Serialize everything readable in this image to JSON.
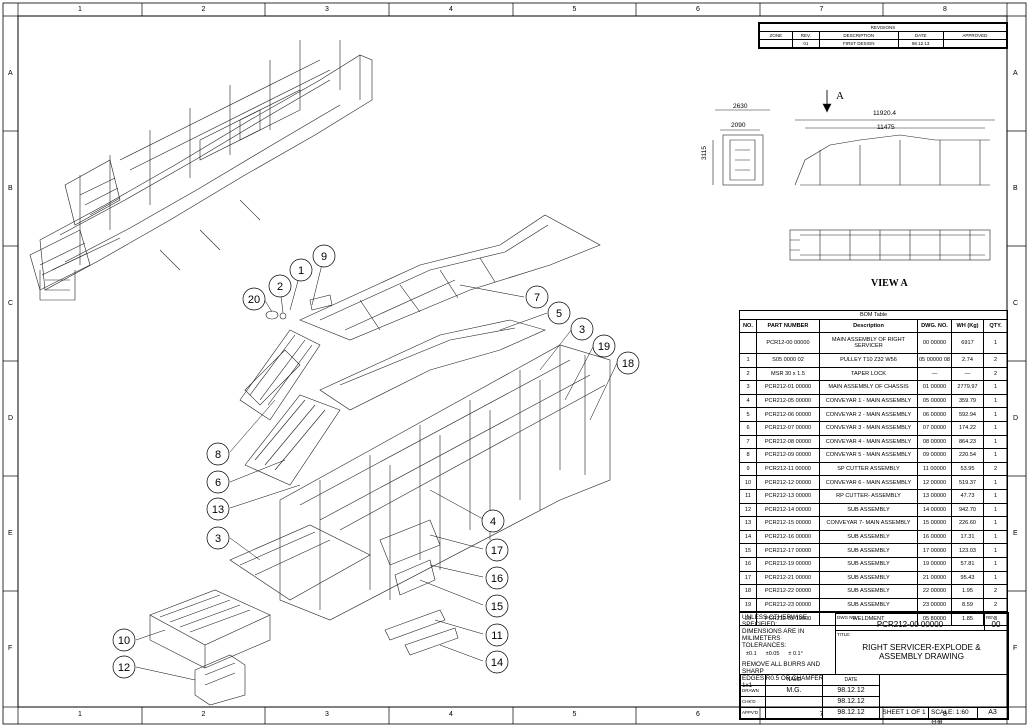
{
  "zones": {
    "columns": [
      "1",
      "2",
      "3",
      "4",
      "5",
      "6",
      "7",
      "8"
    ],
    "rows": [
      "A",
      "B",
      "C",
      "D",
      "E",
      "F"
    ]
  },
  "revisions": {
    "title": "REVISIONS",
    "headers": [
      "ZONE",
      "REV.",
      "DESCRIPTION",
      "DATE",
      "APPROVED"
    ],
    "rows": [
      [
        "",
        "01",
        "FIRST DESIGN",
        "98.12.13",
        ""
      ]
    ]
  },
  "views": {
    "view_a_label": "VIEW A",
    "arrow_label": "A",
    "dims": {
      "d2630": "2630",
      "d2090": "2090",
      "d3115": "3115",
      "d11920": "11920.4",
      "d11475": "11475"
    }
  },
  "callouts": [
    "9",
    "1",
    "2",
    "20",
    "7",
    "5",
    "3",
    "19",
    "18",
    "8",
    "6",
    "13",
    "4",
    "3",
    "17",
    "16",
    "15",
    "11",
    "14",
    "10",
    "12"
  ],
  "bom": {
    "caption": "BOM Table",
    "headers": [
      "NO.",
      "PART NUMBER",
      "Description",
      "DWG. NO.",
      "WH (Kg)",
      "QTY."
    ],
    "rows": [
      [
        "",
        "PCR12-00 00000",
        "MAIN ASSEMBLY OF RIGHT SERVICER",
        "00 00000",
        "6917",
        "1"
      ],
      [
        "1",
        "S05 0000 02",
        "PULLEY T10 Z32 W56",
        "05 00000 08",
        "2.74",
        "2"
      ],
      [
        "2",
        "MSR 30 x 1.5",
        "TAPER LOCK",
        "",
        "",
        "2"
      ],
      [
        "3",
        "PCR212-01 00000",
        "MAIN ASSEMBLY OF CHASSIS",
        "01 00000",
        "2779.97",
        "1"
      ],
      [
        "4",
        "PCR212-05 00000",
        "CONVEYAR 1 - MAIN ASSEMBLY",
        "05 00000",
        "359.79",
        "1"
      ],
      [
        "5",
        "PCR212-06 00000",
        "CONVEYAR 2 - MAIN ASSEMBLY",
        "06 00000",
        "592.94",
        "1"
      ],
      [
        "6",
        "PCR212-07 00000",
        "CONVEYAR 3 - MAIN ASSEMBLY",
        "07 00000",
        "174.22",
        "1"
      ],
      [
        "7",
        "PCR212-08 00000",
        "CONVEYAR 4 - MAIN ASSEMBLY",
        "08 00000",
        "864.23",
        "1"
      ],
      [
        "8",
        "PCR212-09 00000",
        "CONVEYAR 5 - MAIN ASSEMBLY",
        "09 00000",
        "220.54",
        "1"
      ],
      [
        "9",
        "PCR212-11 00000",
        "SP CUTTER ASSEMBLY",
        "11 00000",
        "53.95",
        "2"
      ],
      [
        "10",
        "PCR212-12 00000",
        "CONVEYAR 6 - MAIN ASSEMBLY",
        "12 00000",
        "519.37",
        "1"
      ],
      [
        "11",
        "PCR212-13 00000",
        "RP CUTTER- ASSEMBLY",
        "13 00000",
        "47.73",
        "1"
      ],
      [
        "12",
        "PCR212-14 00000",
        "SUB ASSEMBLY",
        "14 00000",
        "942.70",
        "1"
      ],
      [
        "13",
        "PCR212-15 00000",
        "CONVEYAR 7- MAIN ASSEMBLY",
        "15 00000",
        "226.60",
        "1"
      ],
      [
        "14",
        "PCR212-16 00000",
        "SUB ASSEMBLY",
        "16 00000",
        "17.31",
        "1"
      ],
      [
        "15",
        "PCR212-17 00000",
        "SUB ASSEMBLY",
        "17 00000",
        "123.03",
        "1"
      ],
      [
        "16",
        "PCR212-19 00000",
        "SUB ASSEMBLY",
        "19 00000",
        "57.81",
        "1"
      ],
      [
        "17",
        "PCR212-21 00000",
        "SUB ASSEMBLY",
        "21 00000",
        "95.43",
        "1"
      ],
      [
        "18",
        "PCR212-22 00000",
        "SUB ASSEMBLY",
        "22 00000",
        "1.95",
        "2"
      ],
      [
        "19",
        "PCR212-23 00000",
        "SUB ASSEMBLY",
        "23 00000",
        "8.59",
        "2"
      ],
      [
        "20",
        "PCR212-05 19000",
        "WELDMENT",
        "05 80000",
        "1.85",
        "3"
      ]
    ]
  },
  "title_block": {
    "notes_1": "UNLESS OTHERWISE SPECIFIED:",
    "notes_2": "DIMENSIONS ARE IN MILIMETERS",
    "notes_3": "TOLERANCES:",
    "tol_x": "±0.1",
    "tol_xx": "±0.05",
    "tol_ang": "± 0.1°",
    "notes_4": "REMOVE ALL BURRS AND SHARP",
    "notes_5": "EDGES R0.5 OR CHAMFER 1x1",
    "dwg_no_label": "DWG NO.",
    "dwg_no": "PCR212-00 00000",
    "rev_label": "REV.",
    "rev": "00",
    "title_label": "TITLE:",
    "title_1": "RIGHT SERVICER-EXPLODE &",
    "title_2": "ASSEMBLY DRAWING",
    "name_label": "NAME",
    "date_label": "DATE",
    "drawn_label": "DRAWN",
    "drawn_name": "M.G.",
    "drawn_date": "98.12.12",
    "chkd_label": "CHK'D",
    "chkd_date": "98.12.12",
    "appvd_label": "APPV'D",
    "appvd_date": "98.12.12",
    "sheet": "SHEET 1 OF 1",
    "scale": "SCALE: 1:60",
    "size": "A3"
  }
}
